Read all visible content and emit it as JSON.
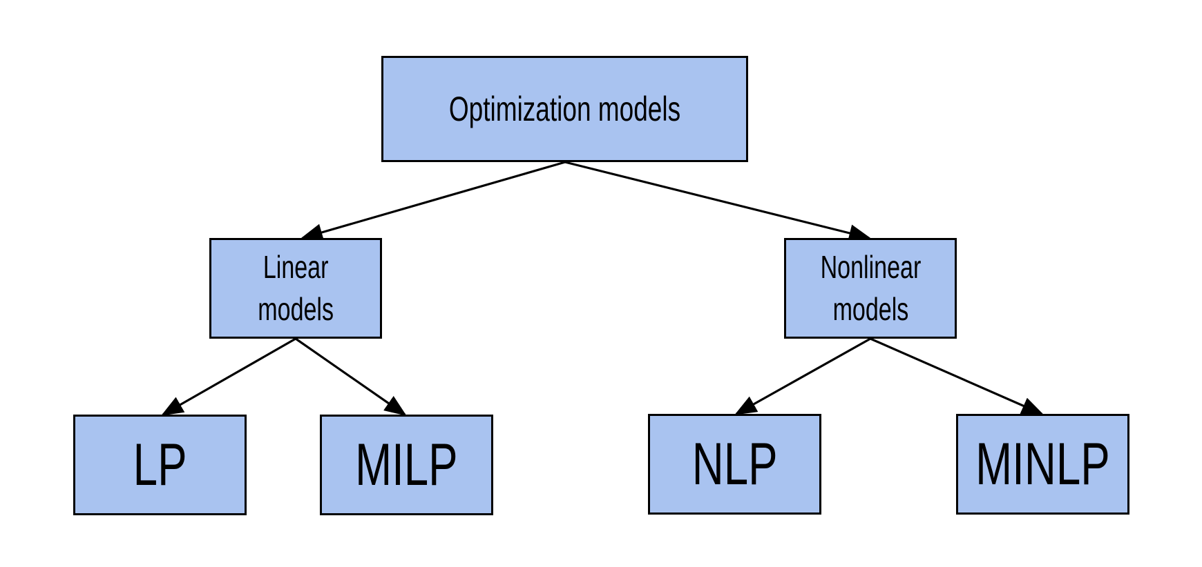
{
  "diagram": {
    "colors": {
      "node_fill": "#a9c3f0",
      "node_border": "#000000",
      "edge": "#000000",
      "background": "#ffffff"
    },
    "root": {
      "label": "Optimization models"
    },
    "linear": {
      "label": "Linear\nmodels"
    },
    "nonlinear": {
      "label": "Nonlinear\nmodels"
    },
    "leaves": {
      "lp": "LP",
      "milp": "MILP",
      "nlp": "NLP",
      "minlp": "MINLP"
    },
    "edges": [
      {
        "from": "Optimization models",
        "to": "Linear models"
      },
      {
        "from": "Optimization models",
        "to": "Nonlinear models"
      },
      {
        "from": "Linear models",
        "to": "LP"
      },
      {
        "from": "Linear models",
        "to": "MILP"
      },
      {
        "from": "Nonlinear models",
        "to": "NLP"
      },
      {
        "from": "Nonlinear models",
        "to": "MINLP"
      }
    ]
  }
}
